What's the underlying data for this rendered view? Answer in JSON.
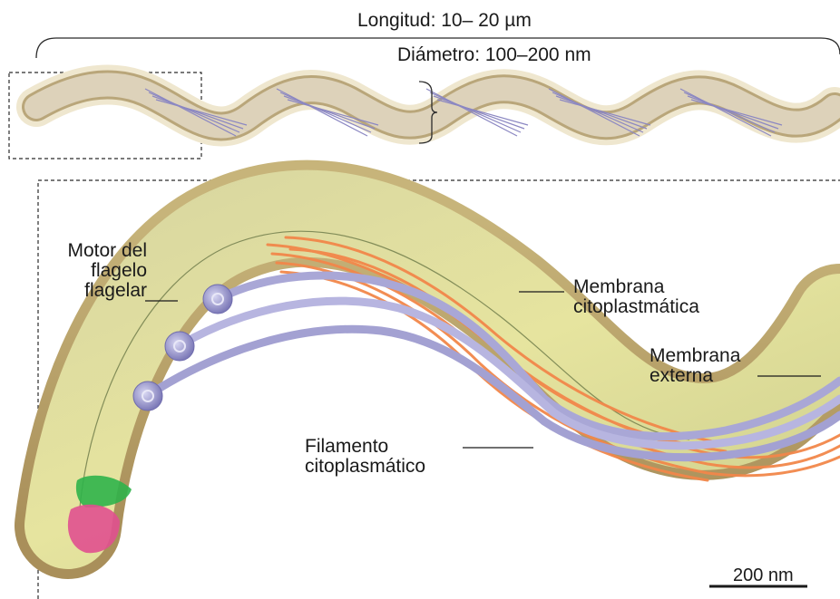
{
  "top": {
    "length_label": "Longitud: 10– 20 µm",
    "diameter_label": "Diámetro: 100–200 nm"
  },
  "labels": {
    "motor": "Motor del\nflagelo\nflagelar",
    "cyto_membrane": "Membrana\ncitoplastmática",
    "outer_membrane": "Membrana\nexterna",
    "filament": "Filamento\ncitoplasmático"
  },
  "scale_bar": {
    "label": "200 nm"
  },
  "colors": {
    "outer_membrane": "#c9b98c",
    "cell_body": "#e7e39a",
    "flagella": "#a9a7d6",
    "filaments": "#f2874a",
    "tip_green": "#2fb34a",
    "tip_pink": "#e0508f",
    "outline": "#7a6a3a"
  }
}
